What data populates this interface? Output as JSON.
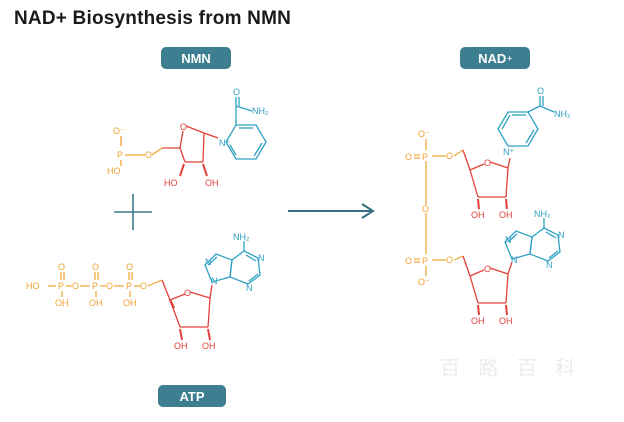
{
  "title": "NAD+ Biosynthesis from NMN",
  "labels": {
    "nmn": "NMN",
    "nad_main": "NAD",
    "nad_sup": "+",
    "atp": "ATP"
  },
  "colors": {
    "teal": "#3c8fa3",
    "orange": "#f0a230",
    "red": "#e2403a",
    "blue": "#2fa1c3",
    "pill": "#3d7f90",
    "arrow": "#34707f"
  },
  "atoms": {
    "O": "O",
    "O_minus": "O⁻",
    "HO": "HO",
    "OH": "OH",
    "P": "P",
    "N": "N",
    "N_plus": "N⁺",
    "NH2": "NH₂"
  },
  "watermark": "百 路 百 科",
  "icons": {
    "plus": "plus-icon",
    "arrow": "right-arrow-icon"
  }
}
